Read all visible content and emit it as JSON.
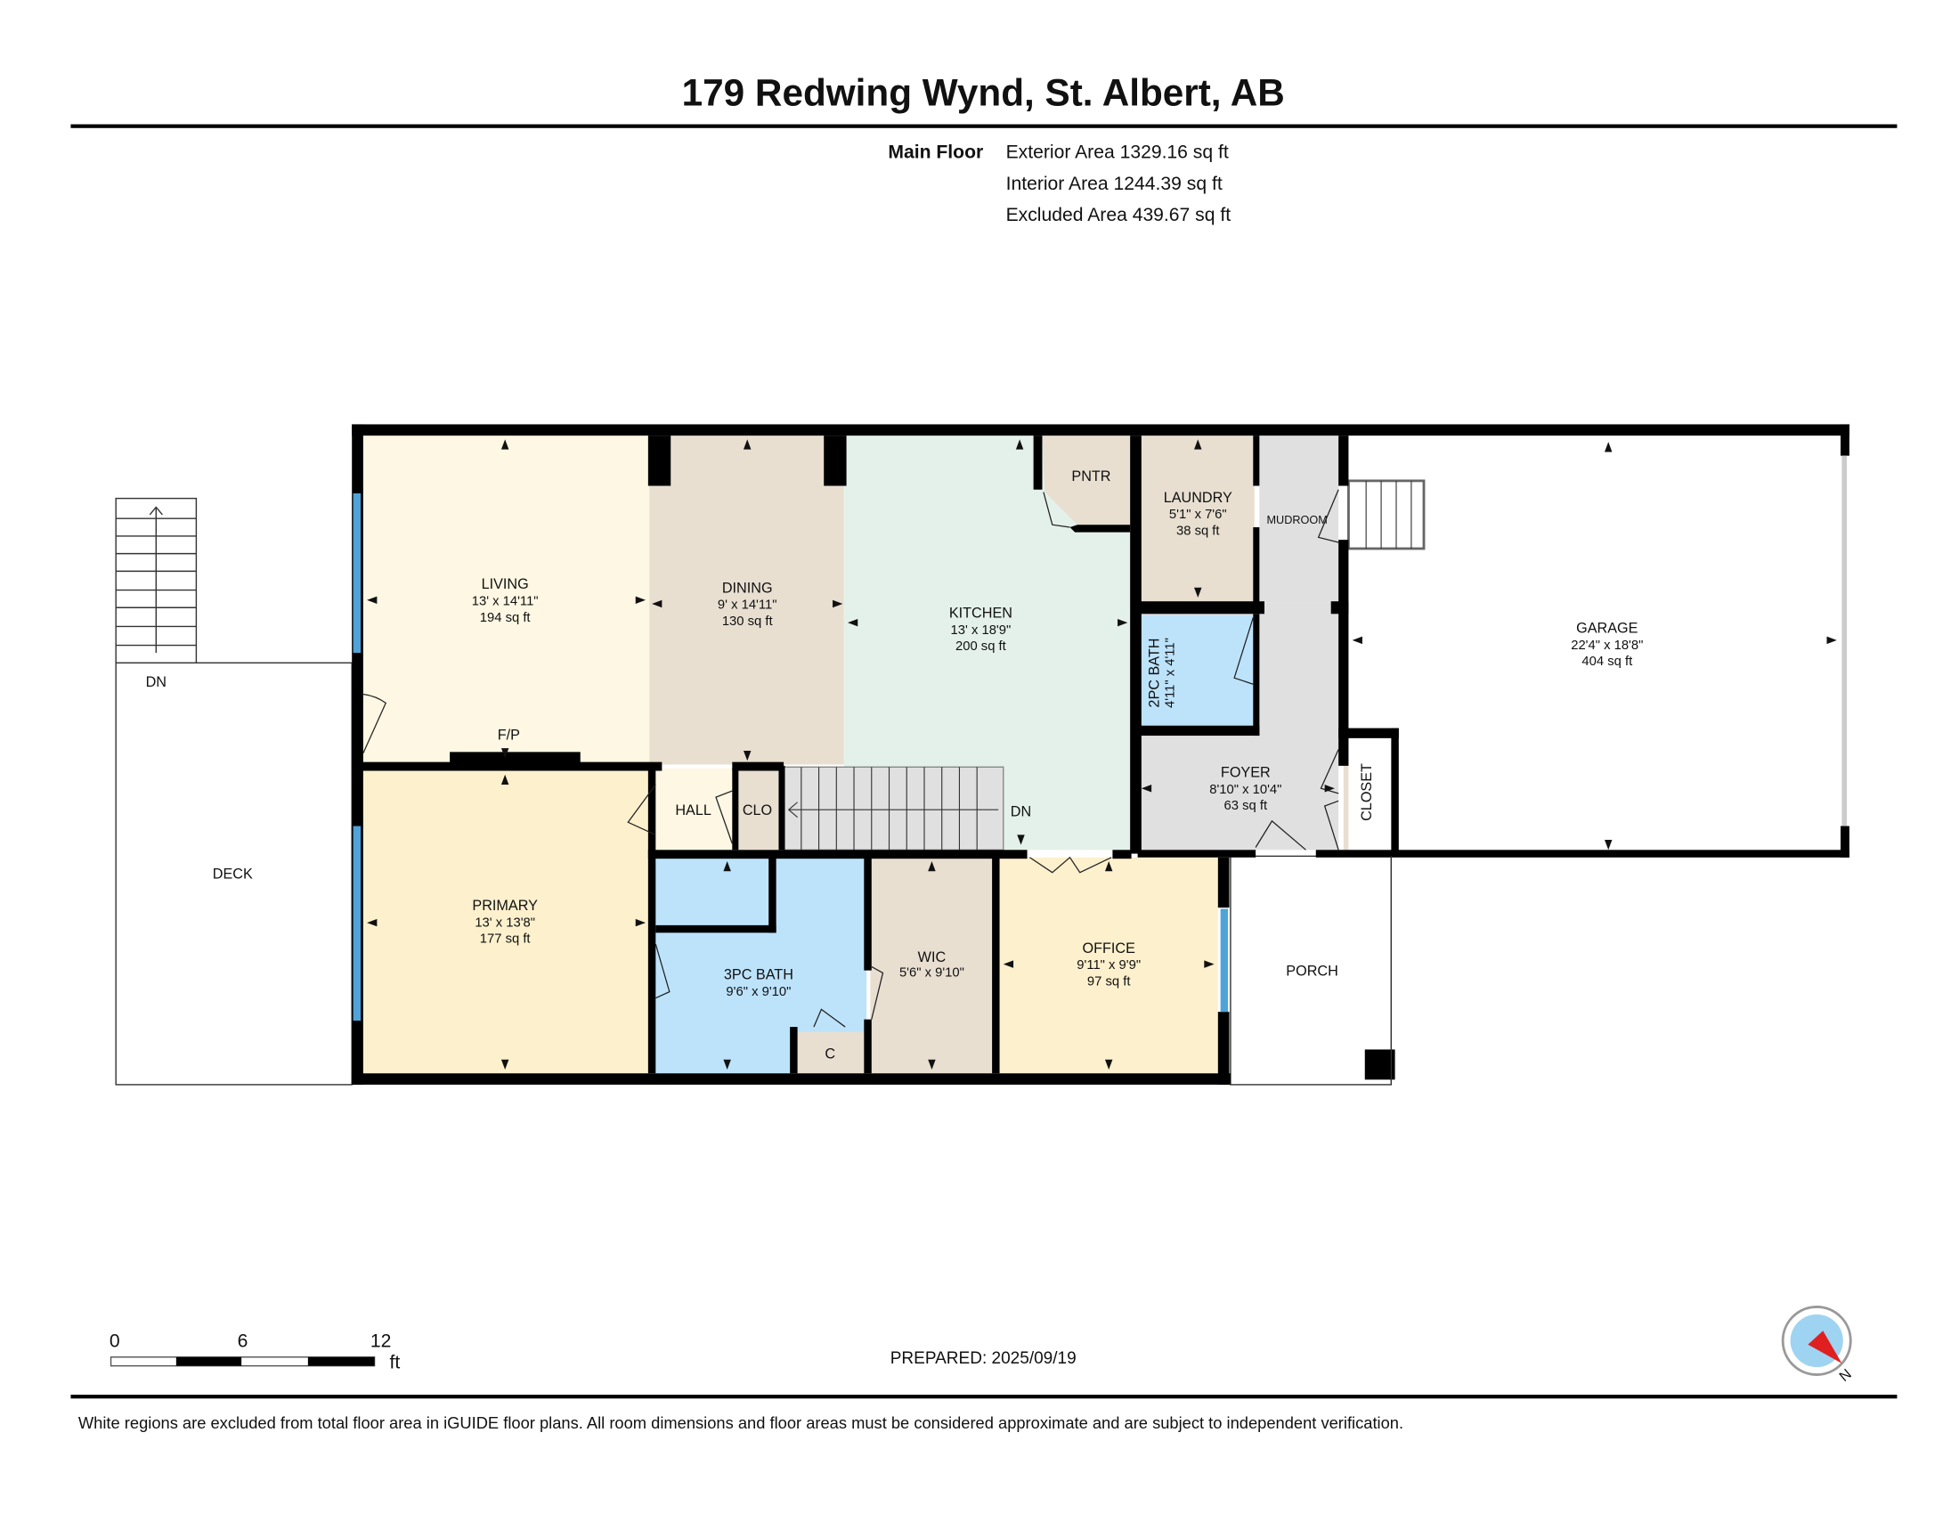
{
  "title": "179 Redwing Wynd, St. Albert, AB",
  "floor_summary": {
    "floor_label": "Main Floor",
    "exterior_area": "Exterior Area 1329.16 sq ft",
    "interior_area": "Interior Area 1244.39 sq ft",
    "excluded_area": "Excluded Area 439.67 sq ft"
  },
  "rooms": [
    {
      "name": "LIVING",
      "dims": "13' x 14'11\"",
      "area": "194 sq ft",
      "color": "#fdf7e3"
    },
    {
      "name": "DINING",
      "dims": "9' x 14'11\"",
      "area": "130 sq ft",
      "color": "#e8dfd1"
    },
    {
      "name": "KITCHEN",
      "dims": "13' x 18'9\"",
      "area": "200 sq ft",
      "color": "#e4f1ea"
    },
    {
      "name": "PNTR",
      "color": "#e8dfd1"
    },
    {
      "name": "LAUNDRY",
      "dims": "5'1\" x 7'6\"",
      "area": "38 sq ft",
      "color": "#e8dfd1"
    },
    {
      "name": "MUDROOM",
      "color": "#e0e0e0"
    },
    {
      "name": "2PC BATH",
      "dims": "4'11\" x 4'11\"",
      "color": "#bde3fb"
    },
    {
      "name": "FOYER",
      "dims": "8'10\" x 10'4\"",
      "area": "63 sq ft",
      "color": "#e0e0e0"
    },
    {
      "name": "CLOSET",
      "color": "#e8dfd1"
    },
    {
      "name": "GARAGE",
      "dims": "22'4\" x 18'8\"",
      "area": "404 sq ft",
      "color": "#ffffff"
    },
    {
      "name": "HALL",
      "color": "#fdf7e3"
    },
    {
      "name": "CLO",
      "color": "#e8dfd1"
    },
    {
      "name": "PRIMARY",
      "dims": "13' x 13'8\"",
      "area": "177 sq ft",
      "color": "#fdf0cd"
    },
    {
      "name": "3PC BATH",
      "dims": "9'6\" x 9'10\"",
      "color": "#bde3fb"
    },
    {
      "name": "C",
      "color": "#e8dfd1"
    },
    {
      "name": "WIC",
      "dims": "5'6\" x 9'10\"",
      "color": "#e8dfd1"
    },
    {
      "name": "OFFICE",
      "dims": "9'11\" x 9'9\"",
      "area": "97 sq ft",
      "color": "#fdf0cd"
    },
    {
      "name": "PORCH",
      "color": "#ffffff"
    },
    {
      "name": "DECK",
      "color": "#ffffff"
    }
  ],
  "labels": {
    "fireplace": "F/P",
    "stair_down_main": "DN",
    "stair_down_deck": "DN"
  },
  "scale_bar": {
    "ticks": [
      "0",
      "6",
      "12"
    ],
    "unit": "ft"
  },
  "prepared": "PREPARED: 2025/09/19",
  "compass": {
    "label": "N",
    "icon": "compass-icon"
  },
  "footnote": "White regions are excluded from total floor area in iGUIDE floor plans. All room dimensions and floor areas must be considered approximate and are subject to independent verification.",
  "colors": {
    "wall": "#000000",
    "window": "#4fa3d9",
    "stairs": "#e0e0e0"
  }
}
